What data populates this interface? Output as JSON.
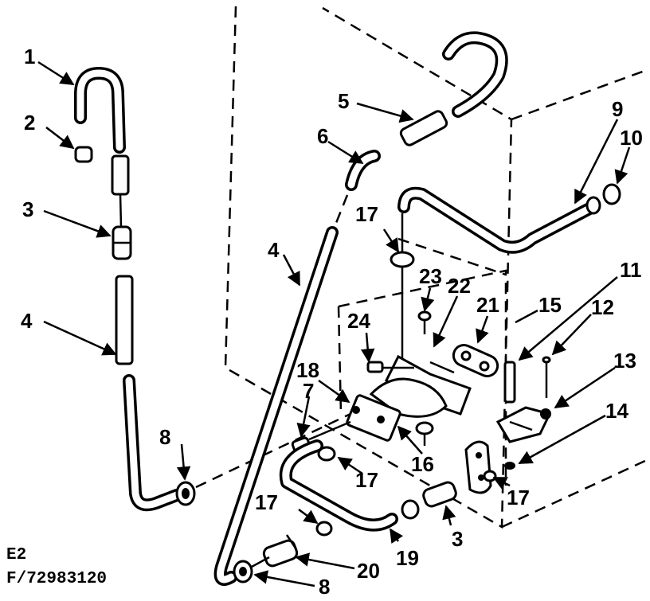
{
  "callouts": [
    {
      "id": "c1",
      "text": "1"
    },
    {
      "id": "c2",
      "text": "2"
    },
    {
      "id": "c3a",
      "text": "3"
    },
    {
      "id": "c3b",
      "text": "3"
    },
    {
      "id": "c4a",
      "text": "4"
    },
    {
      "id": "c4b",
      "text": "4"
    },
    {
      "id": "c5",
      "text": "5"
    },
    {
      "id": "c6",
      "text": "6"
    },
    {
      "id": "c7",
      "text": "7"
    },
    {
      "id": "c8a",
      "text": "8"
    },
    {
      "id": "c8b",
      "text": "8"
    },
    {
      "id": "c9",
      "text": "9"
    },
    {
      "id": "c10",
      "text": "10"
    },
    {
      "id": "c11",
      "text": "11"
    },
    {
      "id": "c12",
      "text": "12"
    },
    {
      "id": "c13",
      "text": "13"
    },
    {
      "id": "c14",
      "text": "14"
    },
    {
      "id": "c15",
      "text": "15"
    },
    {
      "id": "c16",
      "text": "16"
    },
    {
      "id": "c17a",
      "text": "17"
    },
    {
      "id": "c17b",
      "text": "17"
    },
    {
      "id": "c17c",
      "text": "17"
    },
    {
      "id": "c17d",
      "text": "17"
    },
    {
      "id": "c18",
      "text": "18"
    },
    {
      "id": "c19",
      "text": "19"
    },
    {
      "id": "c20",
      "text": "20"
    },
    {
      "id": "c21",
      "text": "21"
    },
    {
      "id": "c22",
      "text": "22"
    },
    {
      "id": "c23",
      "text": "23"
    },
    {
      "id": "c24",
      "text": "24"
    }
  ],
  "drawing_code": {
    "line1": "E2",
    "line2": "F/72983120"
  }
}
